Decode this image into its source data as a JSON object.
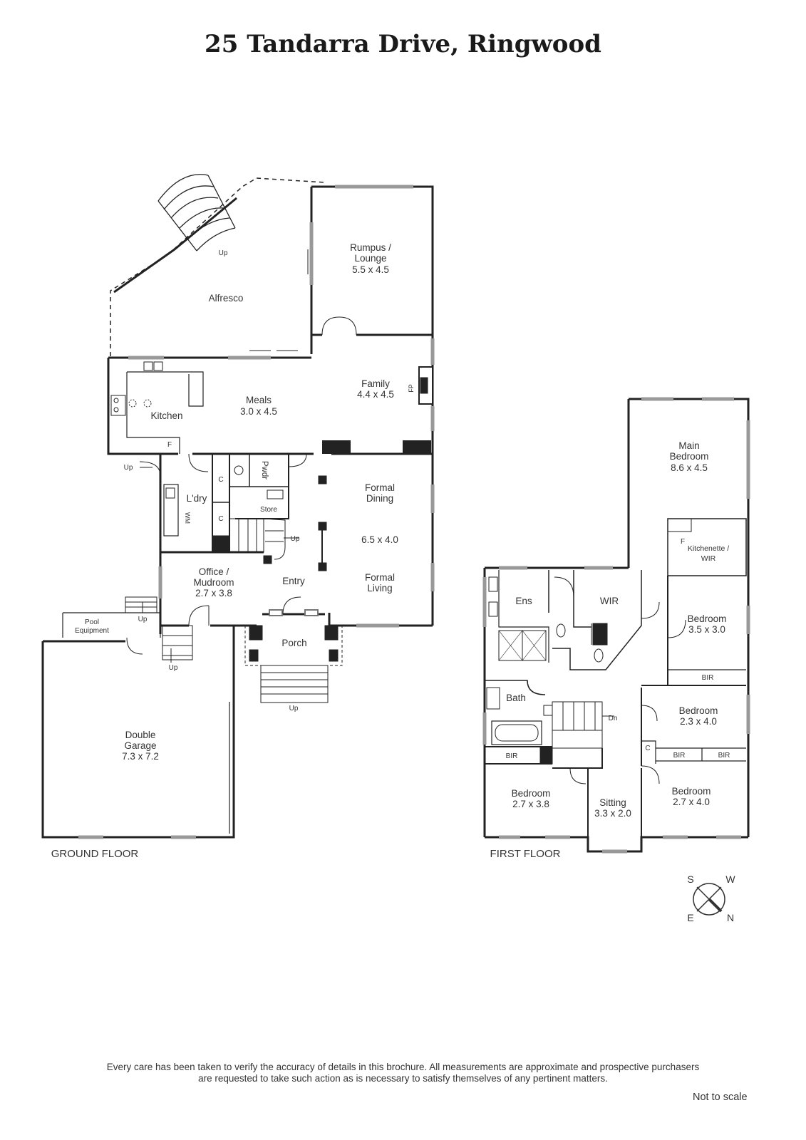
{
  "title": "25 Tandarra Drive, Ringwood",
  "ground_floor": {
    "label": "GROUND FLOOR",
    "alfresco": "Alfresco",
    "up": "Up",
    "rumpus_l1": "Rumpus /",
    "rumpus_l2": "Lounge",
    "rumpus_dim": "5.5 x 4.5",
    "meals": "Meals",
    "meals_dim": "3.0 x 4.5",
    "kitchen": "Kitchen",
    "fridge": "F",
    "family": "Family",
    "family_dim": "4.4 x 4.5",
    "fireplace": "FP",
    "laundry": "L'dry",
    "washer": "WM",
    "cupboard": "C",
    "powder": "Pwdr",
    "store": "Store",
    "formal_dining_l1": "Formal",
    "formal_dining_l2": "Dining",
    "formal_dim": "6.5 x 4.0",
    "formal_living_l1": "Formal",
    "formal_living_l2": "Living",
    "office_l1": "Office /",
    "office_l2": "Mudroom",
    "office_dim": "2.7 x 3.8",
    "entry": "Entry",
    "porch": "Porch",
    "pool_l1": "Pool",
    "pool_l2": "Equipment",
    "garage_l1": "Double",
    "garage_l2": "Garage",
    "garage_dim": "7.3 x 7.2"
  },
  "first_floor": {
    "label": "FIRST FLOOR",
    "main_l1": "Main",
    "main_l2": "Bedroom",
    "main_dim": "8.6 x 4.5",
    "kitchenette_l1": "Kitchenette /",
    "kitchenette_l2": "WIR",
    "fridge": "F",
    "ens": "Ens",
    "wir": "WIR",
    "bed_a": "Bedroom",
    "bed_a_dim": "3.5 x 3.0",
    "bir": "BIR",
    "bath": "Bath",
    "down": "Dn",
    "bed_b": "Bedroom",
    "bed_b_dim": "2.3 x 4.0",
    "cupboard": "C",
    "bed_c": "Bedroom",
    "bed_c_dim": "2.7 x 3.8",
    "sitting": "Sitting",
    "sitting_dim": "3.3 x 2.0",
    "bed_d": "Bedroom",
    "bed_d_dim": "2.7 x 4.0"
  },
  "compass": {
    "s": "S",
    "w": "W",
    "e": "E",
    "n": "N"
  },
  "disclaimer_l1": "Every care has been taken to verify the accuracy of details in this brochure.  All measurements are approximate and prospective purchasers",
  "disclaimer_l2": "are requested to take such action as is necessary to satisfy themselves of any pertinent matters.",
  "scale_note": "Not to scale"
}
